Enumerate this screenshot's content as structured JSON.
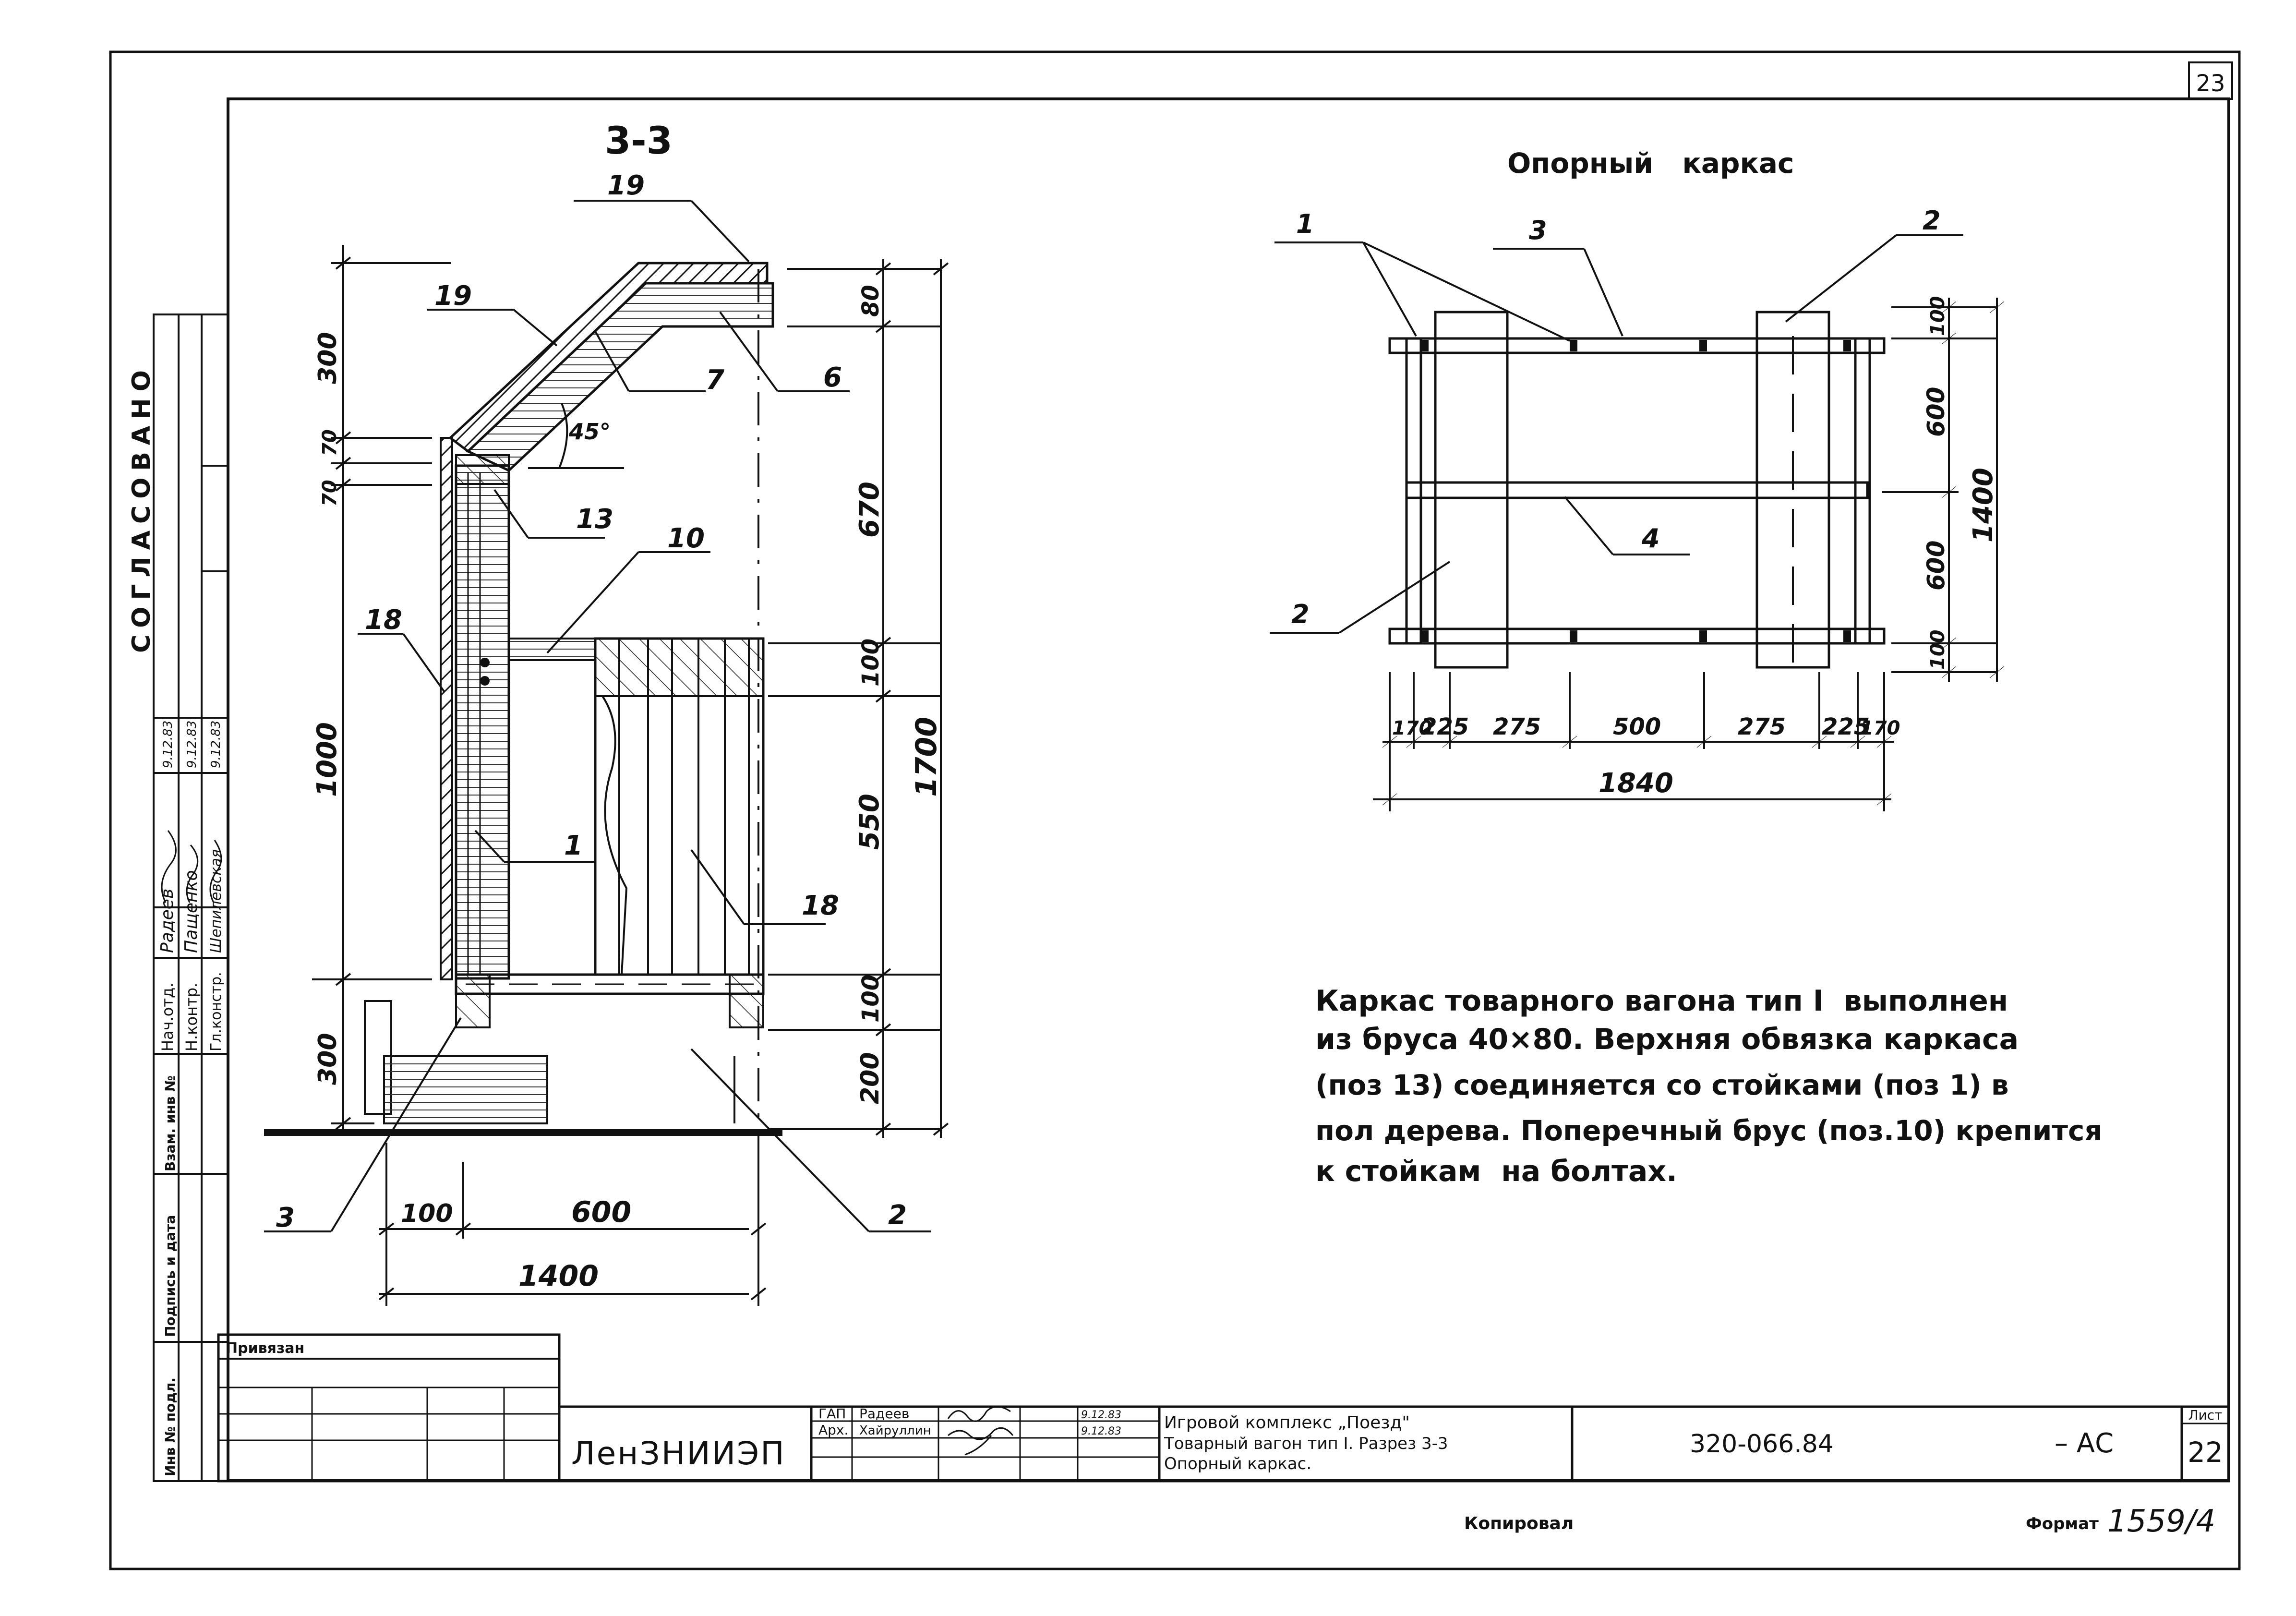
{
  "sheet_number_top": "23",
  "section": {
    "label": "3-3",
    "positions": {
      "p19_top": "19",
      "p19_side": "19",
      "p7": "7",
      "p6": "6",
      "p13": "13",
      "p10": "10",
      "p18_left": "18",
      "p1": "1",
      "p18_right": "18",
      "p3": "3",
      "p2": "2"
    },
    "angle": "45°",
    "dims_left": {
      "d300_top": "300",
      "d70_a": "70",
      "d70_b": "70",
      "d1000": "1000",
      "d300_bottom": "300"
    },
    "dims_right": {
      "d80": "80",
      "d670": "670",
      "d100_mid": "100",
      "d550": "550",
      "d100_low": "100",
      "d200": "200",
      "d1700": "1700"
    },
    "dims_bottom": {
      "d100": "100",
      "d600": "600",
      "d1400": "1400"
    }
  },
  "frame": {
    "title": "Опорный   каркас",
    "positions": {
      "p1": "1",
      "p3": "3",
      "p2_top": "2",
      "p4": "4",
      "p2_left": "2"
    },
    "dims_right": {
      "d100_top": "100",
      "d600_a": "600",
      "d600_b": "600",
      "d100_bottom": "100",
      "d1400": "1400"
    },
    "dims_bottom": [
      "170",
      "225",
      "275",
      "500",
      "275",
      "225",
      "170"
    ],
    "dim_total": "1840"
  },
  "note": {
    "lines": [
      "Каркас товарного вагона тип I  выполнен",
      "из бруса 40×80. Верхняя обвязка каркаса",
      "(поз 13) соединяется со стойками (поз 1) в",
      "пол дерева. Поперечный брус (поз.10) крепится",
      "к стойкам  на болтах."
    ]
  },
  "side_block": {
    "agreed": "СОГЛАСОВАНО",
    "rows": [
      {
        "role": "Нач.отд.",
        "name": "Радеев",
        "date": "9.12.83"
      },
      {
        "role": "Н.контр.",
        "name": "Пащенко",
        "date": "9.12.83"
      },
      {
        "role": "Гл.констр.",
        "name": "Шепилевская",
        "date": "9.12.83"
      }
    ],
    "stamp_labels": [
      "Взам. инв №",
      "Подпись и дата",
      "Инв № подл."
    ]
  },
  "title_block": {
    "privyazan": "Привязан",
    "org": "ЛенЗНИИЭП",
    "staff": [
      {
        "role": "ГАП",
        "name": "Радеев",
        "date": "9.12.83"
      },
      {
        "role": "Арх.",
        "name": "Хайруллин",
        "date": "9.12.83"
      }
    ],
    "description": [
      "Игровой комплекс „Поезд\"",
      "Товарный вагон тип I. Разрез 3-3",
      "Опорный каркас."
    ],
    "code": "320-066.84",
    "stage": "– АС",
    "list_label": "Лист",
    "list_number": "22"
  },
  "footer": {
    "copied": "Копировал",
    "format_label": "Формат",
    "format_value": "1559/4"
  }
}
